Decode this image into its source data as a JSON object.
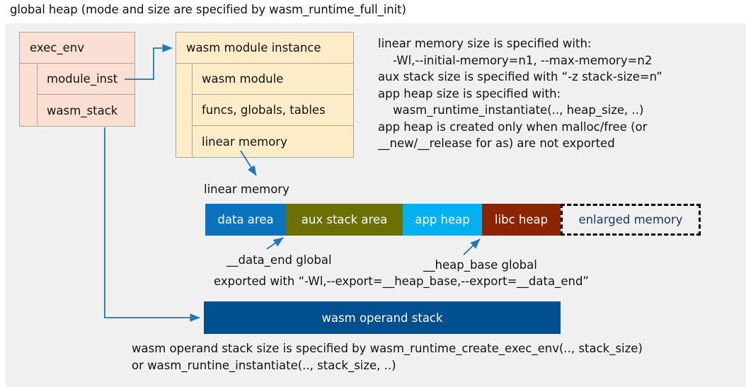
{
  "title": "global heap (mode and size are specified by wasm_runtime_full_init)",
  "colors": {
    "panel_bg": "#f0f0f0",
    "exec_env_fill": "#fbdfd2",
    "module_inst_fill": "#fdecc8",
    "box_border": "#a6a6a6",
    "arrow": "#1f77b4",
    "data_area": "#0b72be",
    "aux_stack_area": "#6b7000",
    "app_heap": "#00b0f0",
    "libc_heap": "#8b2500",
    "enlarged_memory_text": "#1f3864",
    "operand_stack": "#00508f",
    "text": "#121212"
  },
  "exec_env": {
    "header": "exec_env",
    "rows": [
      {
        "label": "module_inst"
      },
      {
        "label": "wasm_stack"
      }
    ]
  },
  "module_instance": {
    "header": "wasm module instance",
    "rows": [
      {
        "label": "wasm module"
      },
      {
        "label": "funcs, globals, tables"
      },
      {
        "label": "linear memory"
      }
    ]
  },
  "notes_right": "linear memory size is specified with:\n    -Wl,--initial-memory=n1, --max-memory=n2\naux stack size is specified with “-z stack-size=n”\napp heap size is specified with:\n    wasm_runtime_instantiate(.., heap_size, ..)\napp heap is created only when malloc/free (or\n__new/__release for as) are not exported",
  "linear_memory": {
    "label": "linear memory",
    "segments": [
      {
        "label": "data area",
        "color": "#0b72be",
        "width": 114,
        "style": "solid"
      },
      {
        "label": "aux stack area",
        "color": "#6b7000",
        "width": 165,
        "style": "solid"
      },
      {
        "label": "app heap",
        "color": "#00b0f0",
        "width": 112,
        "style": "solid"
      },
      {
        "label": "libc heap",
        "color": "#8b2500",
        "width": 111,
        "style": "solid"
      },
      {
        "label": "enlarged memory",
        "color": "#f0f0f0",
        "width": 198,
        "style": "dashed"
      }
    ]
  },
  "annotations": {
    "data_end": "__data_end global",
    "heap_base": "__heap_base global",
    "exported": "exported with “-Wl,--export=__heap_base,--export=__data_end”"
  },
  "operand_stack": {
    "label": "wasm operand stack"
  },
  "notes_bottom": "wasm operand stack size is specified by wasm_runtime_create_exec_env(.., stack_size)\nor wasm_runtine_instantiate(.., stack_size, ..)"
}
